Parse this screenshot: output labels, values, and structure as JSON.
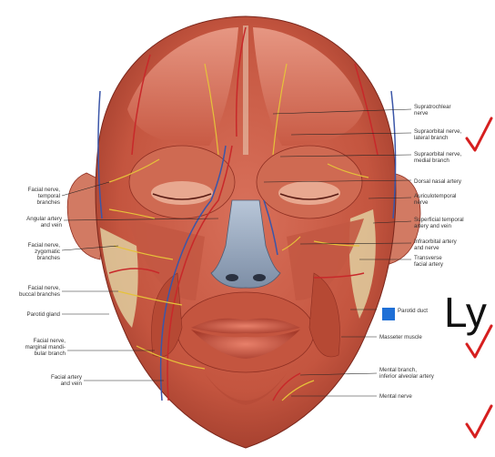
{
  "labels_right": [
    "Supratrochlear\nnerve",
    "Supraorbital nerve,\nlateral branch",
    "Supraorbital nerve,\nmedial branch",
    "Dorsal nasal artery",
    "Auriculotemporal\nnerve",
    "Superficial temporal\nartery and vein",
    "Infraorbital artery\nand nerve",
    "Transverse\nfacial artery",
    "Parotid duct",
    "Masseter muscle",
    "Mental branch,\ninferior alveolar artery",
    "Mental nerve"
  ],
  "labels_left": [
    "Facial nerve,\ntemporal\nbranches",
    "Angular artery\nand vein",
    "Facial nerve,\nzygomatic\nbranches",
    "Facial nerve,\nbuccal branches",
    "Parotid gland",
    "Facial nerve,\nmarginal mandi-\nbular branch",
    "Facial artery\nand vein"
  ],
  "slide": {
    "partial_text": "Ly"
  },
  "icons": {
    "bullet": "blue-square-bullet",
    "checkmark": "red-checkmark-icon"
  },
  "colors": {
    "muscle": "#c4553f",
    "muscle_dark": "#8e2f22",
    "muscle_light": "#e08a72",
    "tendon": "#e8d7b0",
    "nerve": "#e6c23a",
    "artery": "#c8282a",
    "vein": "#3b56a8",
    "checkmark": "#d61f1f",
    "bullet": "#1f6fd6"
  }
}
